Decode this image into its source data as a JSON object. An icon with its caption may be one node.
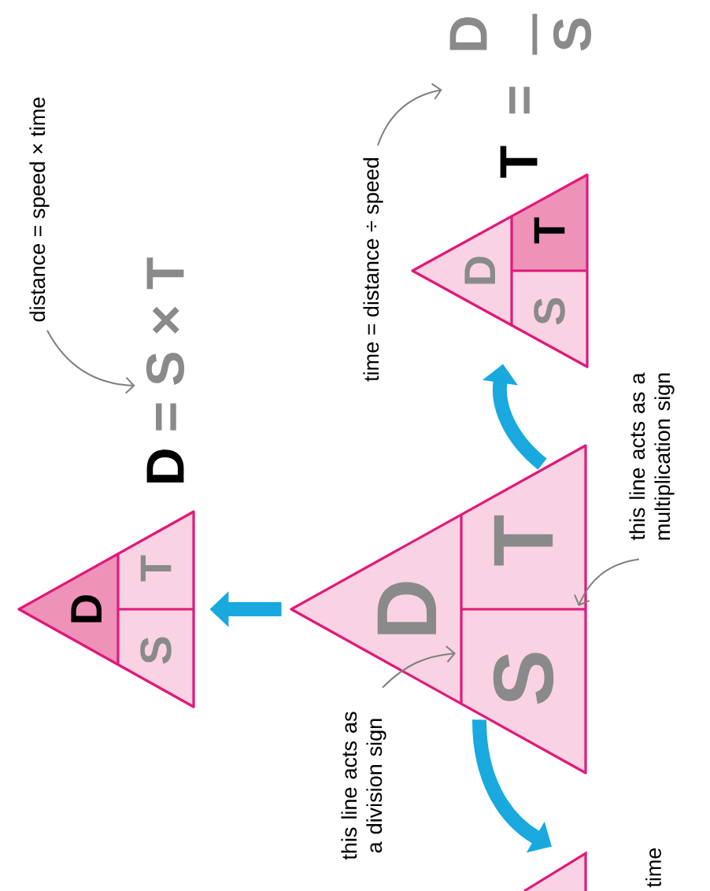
{
  "diagram": {
    "nodes": [
      {
        "text": [
          "D",
          "S",
          "T"
        ]
      },
      {
        "text": [
          "D",
          "= S × T"
        ]
      },
      {
        "text": [
          "distance = speed × time"
        ]
      },
      {
        "text": [
          "D",
          "S",
          "T"
        ]
      },
      {
        "text": [
          "D",
          "S",
          "T"
        ]
      },
      {
        "text": [
          "time = distance ÷ speed"
        ]
      },
      {
        "text": [
          "T",
          "=",
          "D",
          "S"
        ]
      },
      {
        "text": [
          "this line acts as a multiplication sign"
        ]
      },
      {
        "text": [
          "this line acts as a division sign"
        ]
      },
      {
        "text": [],
        "shape": "triangle"
      }
    ],
    "edges": [
      {
        "from": 3,
        "to": 0,
        "arrow": "to",
        "style": "thick",
        "color": "#19a9df"
      },
      {
        "from": 3,
        "to": 4,
        "arrow": "to",
        "style": "thick",
        "color": "#19a9df"
      },
      {
        "from": 3,
        "to": 9,
        "arrow": "to",
        "style": "thick",
        "color": "#19a9df"
      },
      {
        "from": 2,
        "to": 1,
        "arrow": "to"
      },
      {
        "from": 5,
        "to": 6,
        "arrow": "to"
      },
      {
        "from": 7,
        "to": 3,
        "arrow": "to"
      },
      {
        "from": 8,
        "to": 3,
        "arrow": "to"
      }
    ],
    "labels": [
      "time"
    ]
  }
}
